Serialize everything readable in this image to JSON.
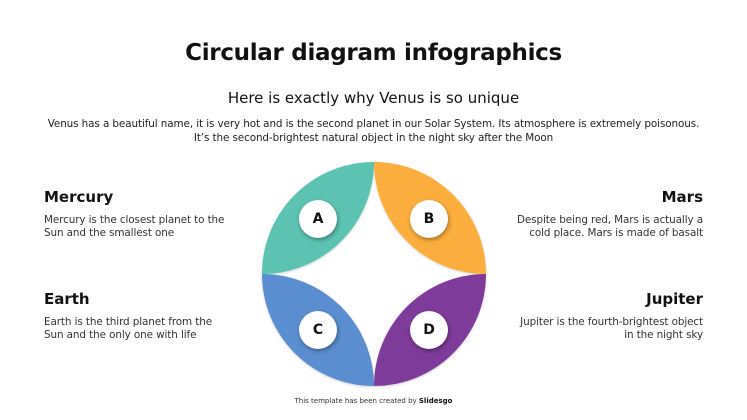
{
  "header": {
    "title": "Circular diagram infographics",
    "subtitle": "Here is exactly why Venus is so unique",
    "intro": "Venus has a beautiful name, it is very hot and is the second planet in our Solar System. Its atmosphere is extremely poisonous. It’s the second-brightest natural object in the night sky after the Moon"
  },
  "items": {
    "mercury": {
      "title": "Mercury",
      "text": "Mercury is the closest planet to the Sun and the smallest one"
    },
    "earth": {
      "title": "Earth",
      "text": "Earth is the third planet from the Sun and the only one with life"
    },
    "mars": {
      "title": "Mars",
      "text": "Despite being red, Mars is actually a cold place. Mars is made of basalt"
    },
    "jupiter": {
      "title": "Jupiter",
      "text": "Jupiter is the fourth-brightest object in the night sky"
    }
  },
  "diagram": {
    "segments": [
      {
        "label": "A",
        "color": "#5CC3B3",
        "position": "top-left"
      },
      {
        "label": "B",
        "color": "#FBAE3C",
        "position": "top-right"
      },
      {
        "label": "C",
        "color": "#5A8ED0",
        "position": "bottom-left"
      },
      {
        "label": "D",
        "color": "#7E3A9A",
        "position": "bottom-right"
      }
    ]
  },
  "footer": {
    "prefix": "This template has been created by ",
    "brand": "Slidesgo"
  }
}
